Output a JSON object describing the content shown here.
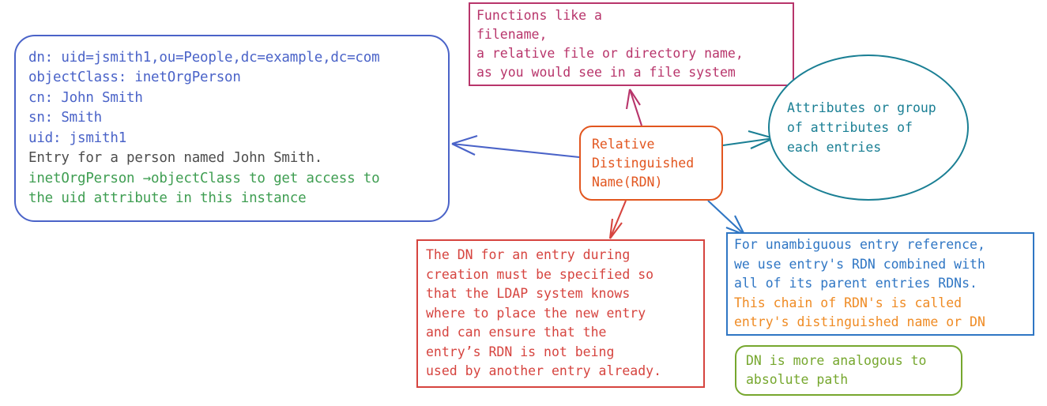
{
  "diagram": {
    "title": "LDAP Relative Distinguished Name (RDN) concept map",
    "background": "#ffffff",
    "colors": {
      "entry_blue": "#4a63c8",
      "gray": "#4d4d4d",
      "green": "#3f9e52",
      "crimson": "#b8356b",
      "orange": "#e2561f",
      "teal": "#1a7f94",
      "red": "#d6443f",
      "blue": "#2f76c4",
      "amber": "#ef8b24",
      "olive": "#76a72e"
    }
  },
  "nodes": {
    "entry": {
      "name": "entry-example-box",
      "shape": "rounded-rect",
      "lines": [
        {
          "text": "dn: uid=jsmith1,ou=People,dc=example,dc=com",
          "color": "blue"
        },
        {
          "text": "objectClass: inetOrgPerson",
          "color": "blue"
        },
        {
          "text": "cn: John Smith",
          "color": "blue"
        },
        {
          "text": "sn: Smith",
          "color": "blue"
        },
        {
          "text": "uid: jsmith1",
          "color": "blue"
        },
        {
          "text": "Entry for a person named John Smith.",
          "color": "gray"
        },
        {
          "text": "inetOrgPerson →objectClass to get access to",
          "color": "green"
        },
        {
          "text": "the uid attribute in this instance",
          "color": "green"
        }
      ]
    },
    "filename": {
      "name": "functions-like-filename-box",
      "shape": "rect",
      "lines": [
        "Functions like a",
        "filename,",
        "a relative file or directory name,",
        "as you would see in a file system"
      ]
    },
    "rdn": {
      "name": "rdn-central-node",
      "shape": "rounded-rect",
      "lines": [
        "Relative",
        "Distinguished",
        "Name(RDN)"
      ]
    },
    "attributes": {
      "name": "attributes-ellipse",
      "shape": "ellipse",
      "lines": [
        "Attributes or group",
        "of attributes of",
        "each entries"
      ]
    },
    "dn_creation": {
      "name": "dn-creation-rules-box",
      "shape": "rect",
      "lines": [
        "The DN for an entry during",
        "creation must be specified so",
        "that the LDAP system knows",
        "where to place the new entry",
        "and can ensure that the",
        "entry’s RDN is not being",
        "used by another entry already."
      ]
    },
    "reference": {
      "name": "unambiguous-reference-box",
      "shape": "rect",
      "lines": [
        {
          "text": "For unambiguous entry reference,",
          "color": "blue"
        },
        {
          "text": "we use entry's RDN combined with",
          "color": "blue"
        },
        {
          "text": "all of its parent entries RDNs.",
          "color": "blue"
        },
        {
          "text": "This chain of RDN's is called",
          "color": "amber"
        },
        {
          "text": "entry's distinguished name or DN",
          "color": "amber"
        }
      ]
    },
    "analogous": {
      "name": "dn-absolute-path-box",
      "shape": "rounded-rect",
      "lines": [
        "DN is more analogous to",
        "absolute path"
      ]
    }
  },
  "edges": [
    {
      "name": "edge-rdn-to-entry",
      "from": "rdn",
      "to": "entry",
      "color": "#4a63c8",
      "direction": "left"
    },
    {
      "name": "edge-rdn-to-filename",
      "from": "rdn",
      "to": "filename",
      "color": "#b8356b",
      "direction": "up"
    },
    {
      "name": "edge-rdn-to-attributes",
      "from": "rdn",
      "to": "attributes",
      "color": "#1a7f94",
      "direction": "right"
    },
    {
      "name": "edge-rdn-to-dn-creation",
      "from": "rdn",
      "to": "dn_creation",
      "color": "#d6443f",
      "direction": "down"
    },
    {
      "name": "edge-rdn-to-reference",
      "from": "rdn",
      "to": "reference",
      "color": "#2f76c4",
      "direction": "down-right"
    }
  ]
}
